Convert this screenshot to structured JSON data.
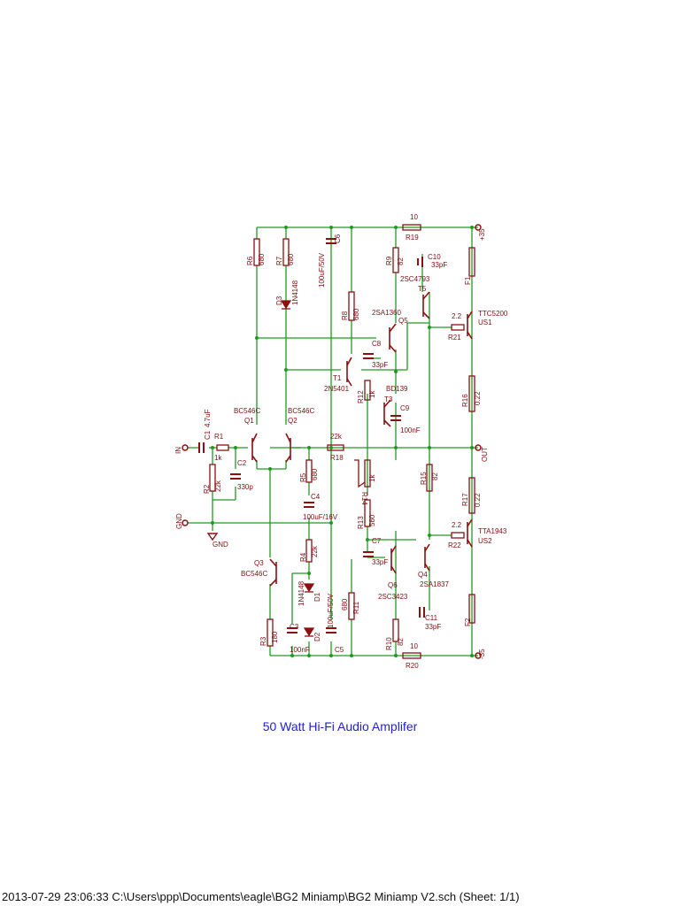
{
  "schematic": {
    "title": "50 Watt Hi-Fi Audio Amplifer",
    "footer": "2013-07-29 23:06:33  C:\\Users\\ppp\\Documents\\eagle\\BG2 Miniamp\\BG2 Miniamp V2.sch (Sheet: 1/1)",
    "colors": {
      "wire": "#1f9a1f",
      "part": "#8b1010",
      "text": "#7a1010",
      "title": "#2222cc"
    },
    "labels": {
      "r19": "R19",
      "r19_val": "10",
      "r20": "R20",
      "r20_val": "10",
      "plus35": "+35",
      "minus35": "-35",
      "f1": "F1",
      "f2": "F2",
      "out": "OUT",
      "in": "IN",
      "gnd_port": "GND",
      "gnd_sym": "GND",
      "r6": "R6",
      "r6_val": "680",
      "r7": "R7",
      "r7_val": "680",
      "d3": "D3",
      "d3_val": "1N4148",
      "c6": "C6",
      "c6_val": "100uF/50V",
      "r8": "R8",
      "r8_val": "680",
      "r9": "R9",
      "r9_val": "82",
      "c10": "C10",
      "c10_val": "33pF",
      "t5": "T5",
      "t5_val": "2SC4793",
      "q5": "Q5",
      "q5_val": "2SA1360",
      "r21": "R21",
      "r21_val": "2.2",
      "us1": "US1",
      "us1_val": "TTC5200",
      "c8": "C8",
      "c8_val": "33pF",
      "t1": "T1",
      "t1_val": "2N5401",
      "r12": "R12",
      "r12_val": "1k",
      "t3": "T3",
      "t3_val": "BD139",
      "c9": "C9",
      "c9_val": "100nF",
      "r16": "R16",
      "r16_val": "0.22",
      "q1": "Q1",
      "q1_val": "BC546C",
      "q2": "Q2",
      "q2_val": "BC546C",
      "c1": "C1",
      "c1_val": "4.7uF",
      "r1": "R1",
      "r1_val": "1k",
      "c2": "C2",
      "c2_val": "330p",
      "r2": "R2",
      "r2_val": "22k",
      "r18": "R18",
      "r18_val": "22k",
      "r5": "R5",
      "r5_val": "680",
      "c4": "C4",
      "c4_val": "100uF/16V",
      "r14": "R14",
      "r14_val": "1k",
      "r15": "R15",
      "r15_val": "82",
      "r17": "R17",
      "r17_val": "0.22",
      "us2": "US2",
      "us2_val": "TTA1943",
      "r22": "R22",
      "r22_val": "2.2",
      "r13": "R13",
      "r13_val": "560",
      "c7": "C7",
      "c7_val": "33pF",
      "q4": "Q4",
      "q4_val": "2SA1837",
      "q6": "Q6",
      "q6_val": "2SC3423",
      "q3": "Q3",
      "q3_val": "BC546C",
      "r4": "R4",
      "r4_val": "22k",
      "d1": "D1",
      "d1_val": "1N4148",
      "d2": "D2",
      "c3": "C3",
      "c3_val": "100nF",
      "c5": "C5",
      "c5_val": "100uF/50V",
      "r3": "R3",
      "r3_val": "180",
      "r10": "R10",
      "r10_val": "82",
      "r11": "R11",
      "r11_val": "680",
      "c11": "C11",
      "c11_val": "33pF"
    }
  }
}
